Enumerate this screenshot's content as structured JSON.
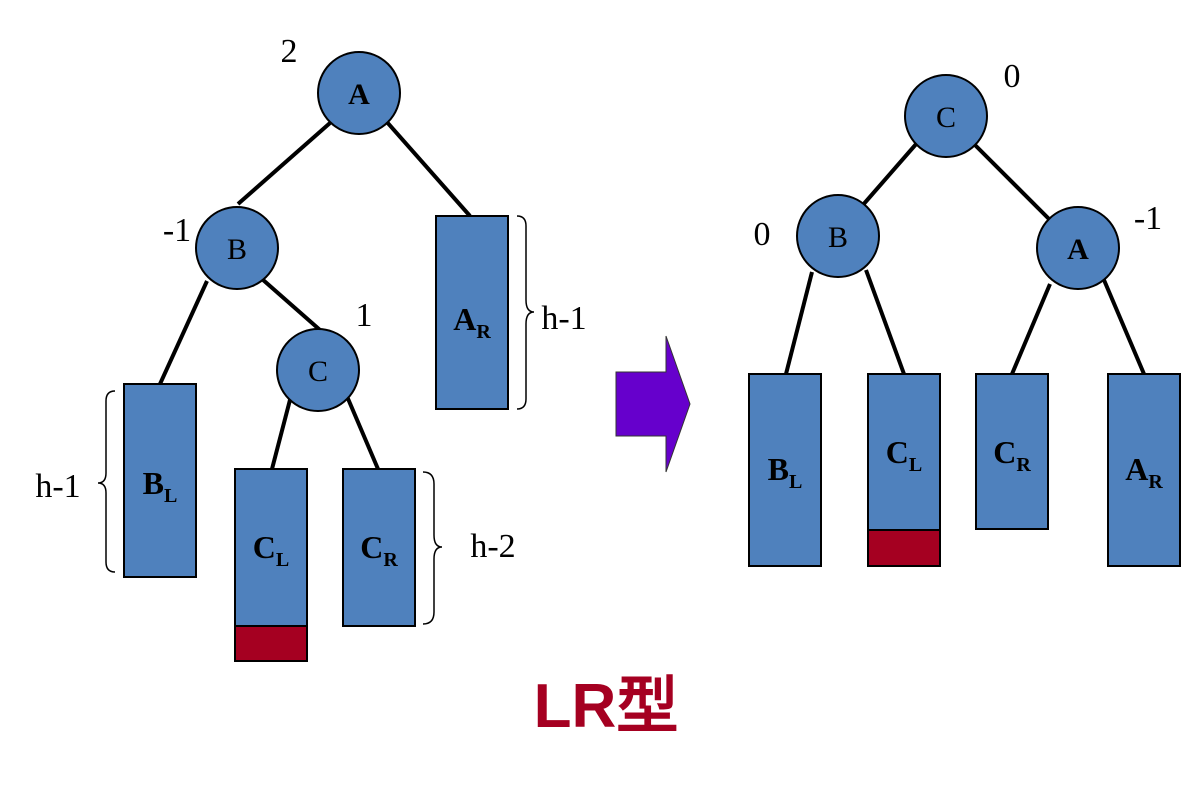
{
  "caption": "LR型",
  "colors": {
    "node_fill": "#4f81bd",
    "shade_fill": "#a50021",
    "arrow_fill": "#6600cc",
    "caption": "#a50021"
  },
  "before": {
    "nodes": {
      "A": {
        "name": "A",
        "balance": "2"
      },
      "B": {
        "name": "B",
        "balance": "-1"
      },
      "C": {
        "name": "C",
        "balance": "1"
      }
    },
    "subtrees": {
      "BL": {
        "base": "B",
        "sub": "L"
      },
      "CL": {
        "base": "C",
        "sub": "L"
      },
      "CR": {
        "base": "C",
        "sub": "R"
      },
      "AR": {
        "base": "A",
        "sub": "R"
      }
    },
    "heights": {
      "AR": "h-1",
      "BL": "h-1",
      "CR": "h-2"
    }
  },
  "after": {
    "nodes": {
      "C": {
        "name": "C",
        "balance": "0"
      },
      "B": {
        "name": "B",
        "balance": "0"
      },
      "A": {
        "name": "A",
        "balance": "-1"
      }
    },
    "subtrees": {
      "BL": {
        "base": "B",
        "sub": "L"
      },
      "CL": {
        "base": "C",
        "sub": "L"
      },
      "CR": {
        "base": "C",
        "sub": "R"
      },
      "AR": {
        "base": "A",
        "sub": "R"
      }
    }
  },
  "arrow_icon": "right-arrow-icon"
}
